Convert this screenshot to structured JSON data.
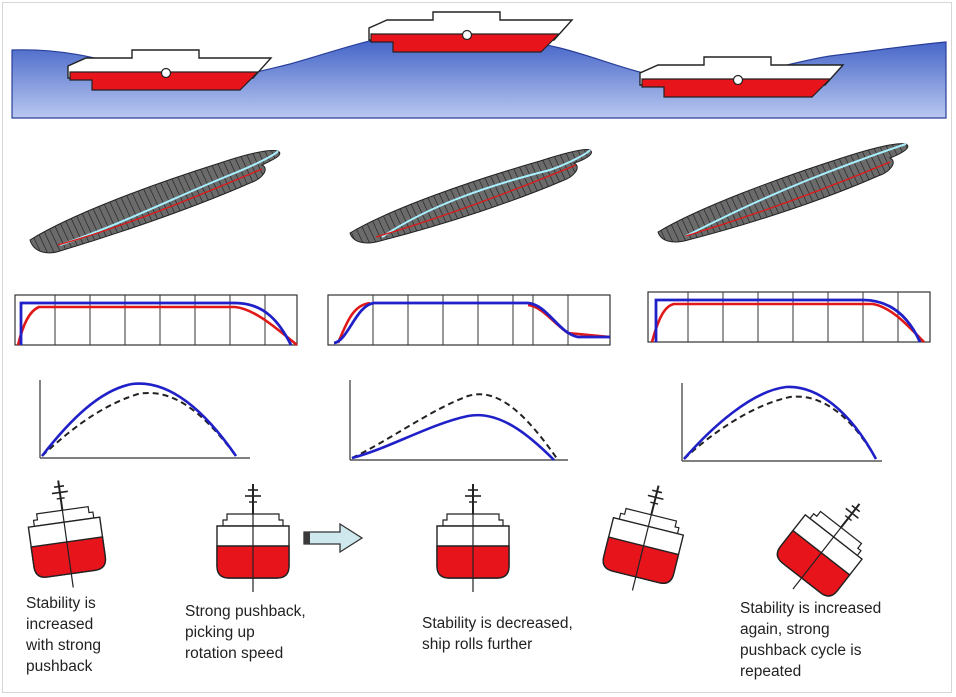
{
  "captions": {
    "c1": "Stability is\nincreased\nwith strong\npushback",
    "c2": "Strong pushback,\npicking up\nrotation speed",
    "c3": "Stability is decreased,\nship rolls further",
    "c4": "Stability is increased\nagain, strong\npushback cycle is\nrepeated"
  },
  "colors": {
    "sea_top": "#3b5cc4",
    "sea_bottom": "#b9c8f0",
    "ballast_red": "#e8141c",
    "curve_blue": "#2020c8",
    "curve_red": "#e01818",
    "hull_grey": "#555555",
    "waterline_cyan": "#a8f0ff",
    "arrow_fill": "#cfe8ee"
  },
  "icons": [
    "ship-profile-icon",
    "hull-mesh-icon",
    "ship-cross-section-icon",
    "right-arrow-icon"
  ]
}
